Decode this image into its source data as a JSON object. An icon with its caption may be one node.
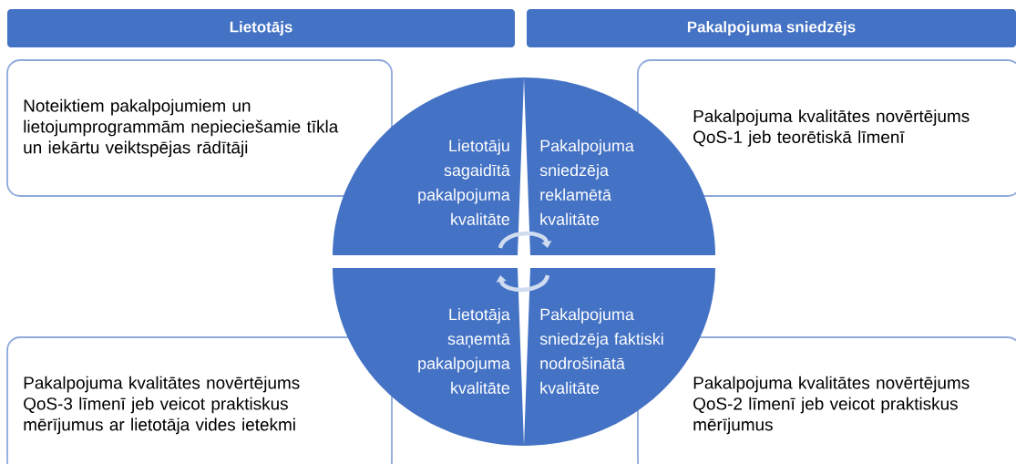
{
  "diagram": {
    "nodes": [
      {
        "text": [
          "Lietotājs"
        ]
      },
      {
        "text": [
          "Pakalpojuma sniedzējs"
        ]
      },
      {
        "text": [
          "Noteiktiem pakalpojumiem un lietojumprogrammām nepieciešamie tīkla un iekārtu veiktspējas rādītāji"
        ]
      },
      {
        "text": [
          "Pakalpojuma kvalitātes novērtējums QoS-1 jeb teorētiskā līmenī"
        ]
      },
      {
        "text": [
          "Lietotāju sagaidītā pakalpojuma kvalitāte"
        ]
      },
      {
        "text": [
          "Pakalpojuma sniedzēja reklamētā kvalitāte"
        ]
      },
      {
        "text": [
          "Lietotāja saņemtā pakalpojuma kvalitāte"
        ]
      },
      {
        "text": [
          "Pakalpojuma sniedzēja faktiski nodrošinātā kvalitāte"
        ]
      },
      {
        "text": [
          "Pakalpojuma kvalitātes novērtējums QoS-3 līmenī jeb veicot praktiskus mērījumus ar lietotāja vides ietekmi"
        ]
      },
      {
        "text": [
          "Pakalpojuma kvalitātes novērtējums QoS-2 līmenī jeb veicot praktiskus mērījumus"
        ]
      }
    ],
    "edges": [
      {
        "from": 4,
        "to": 5,
        "arrow": "to"
      },
      {
        "from": 7,
        "to": 6,
        "arrow": "to"
      }
    ]
  }
}
